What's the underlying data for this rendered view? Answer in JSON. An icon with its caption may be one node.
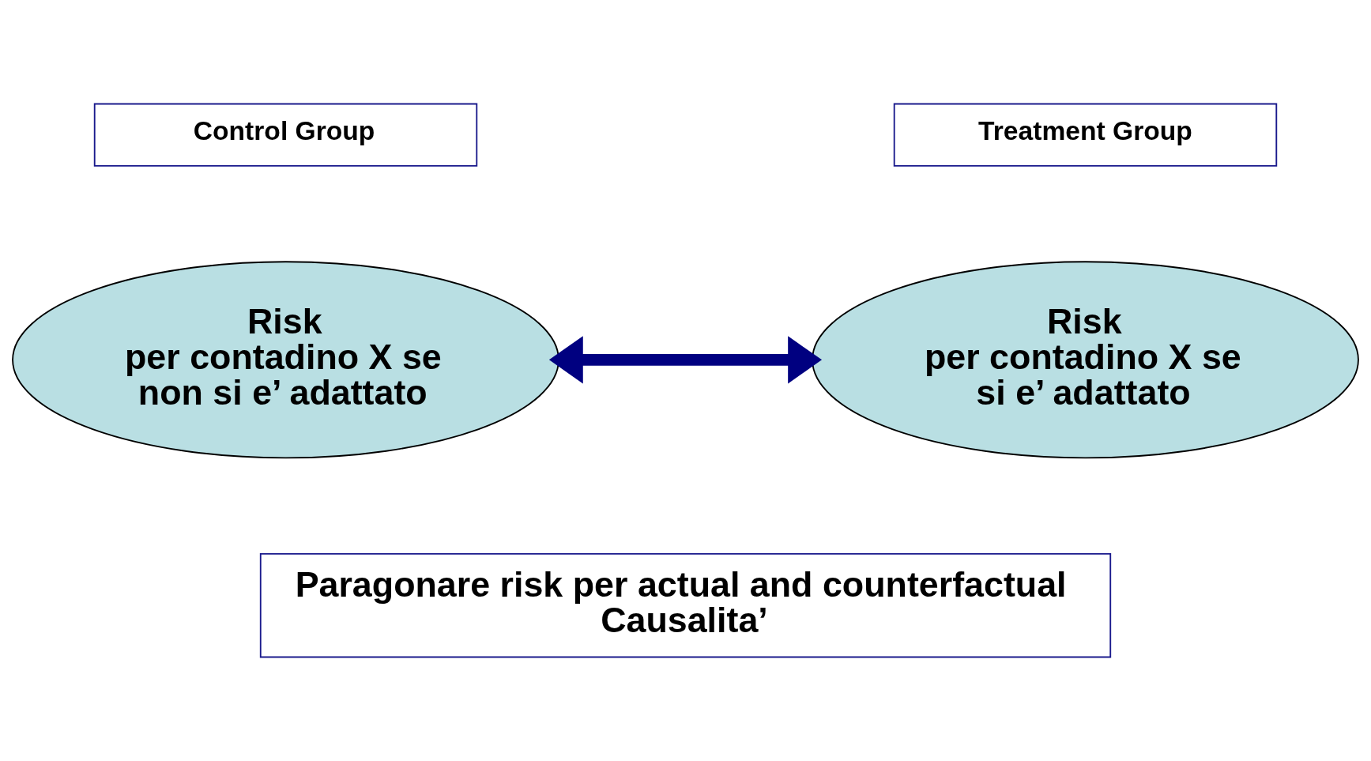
{
  "diagram": {
    "nodes": [
      {
        "text": [
          "Control Group"
        ]
      },
      {
        "text": [
          "Treatment Group"
        ]
      },
      {
        "text": [
          "Risk",
          "per contadino X se non si e’ adattato"
        ]
      },
      {
        "text": [
          "Risk",
          "per contadino X se si e’ adattato"
        ]
      },
      {
        "text": [
          "Paragonare risk per actual and counterfactual",
          "Causalita’"
        ]
      }
    ],
    "edges": [
      {
        "from": 2,
        "to": 3,
        "arrow": "both",
        "color": "#000080"
      }
    ]
  }
}
